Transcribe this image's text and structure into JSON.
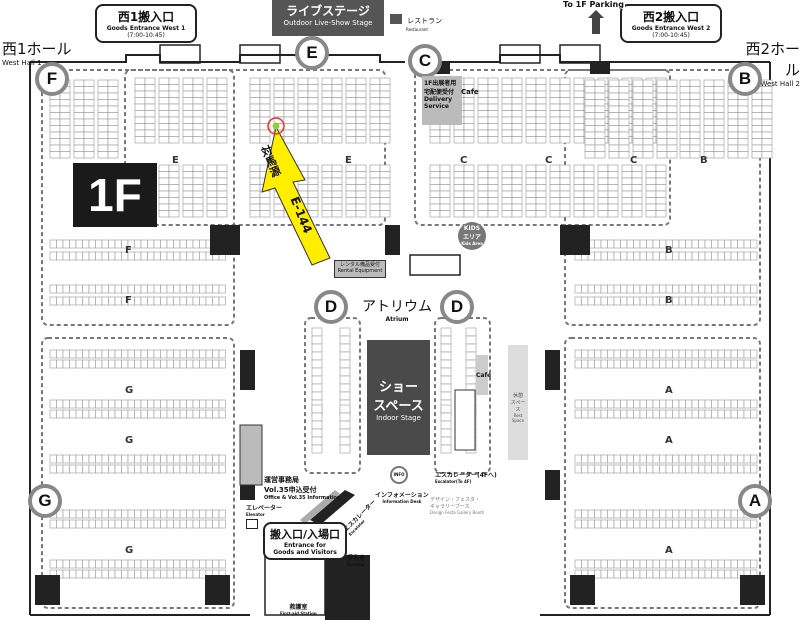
{
  "entrances": {
    "west1": {
      "jp": "西1搬入口",
      "en": "Goods Entrance West 1",
      "time": "(7:00-10:45)"
    },
    "west2": {
      "jp": "西2搬入口",
      "en": "Goods Entrance West 2",
      "time": "(7:00-10:45)"
    },
    "main": {
      "jp": "搬入口/入場口",
      "en1": "Entrance for",
      "en2": "Goods and Visitors"
    }
  },
  "halls": {
    "west1": {
      "jp": "西1ホール",
      "en": "West Hall 1"
    },
    "west2": {
      "jp": "西2ホール",
      "en": "West Hall 2"
    }
  },
  "live_stage": {
    "jp": "ライブステージ",
    "en": "Outdoor Live-Show Stage"
  },
  "restaurant": {
    "jp": "レストラン",
    "en": "Restaurant"
  },
  "parking": "To 1F Parking",
  "floor": "1F",
  "block_letters": [
    "F",
    "E",
    "C",
    "B",
    "D",
    "D",
    "G",
    "A"
  ],
  "zone_letters": {
    "E": "E",
    "C": "C",
    "F": "F",
    "B": "B",
    "G": "G",
    "A": "A"
  },
  "highlight": {
    "text": "対馬源",
    "booth": "E-144"
  },
  "delivery": {
    "jp1": "1F出展者用",
    "jp2": "宅配便受付",
    "en1": "Delivery",
    "en2": "Service"
  },
  "cafe": "Cafe",
  "kids": {
    "en1": "KIDS",
    "jp": "エリア",
    "en2": "Kids Area"
  },
  "rental": {
    "jp": "レンタル備品受付",
    "en": "Rental Equipment"
  },
  "atrium": {
    "jp": "アトリウム",
    "en": "Atrium"
  },
  "indoor_stage": {
    "jp1": "ショー",
    "jp2": "スペース",
    "en": "Indoor Stage"
  },
  "rest_space": {
    "jp1": "休憩",
    "jp2": "スペース",
    "en": "Rest Space"
  },
  "office": {
    "jp1": "運営事務局",
    "jp2": "Vol.35申込受付",
    "en": "Office & Vol.35 Information"
  },
  "elevator": {
    "jp": "エレベーター",
    "en": "Elevator"
  },
  "info": {
    "badge": "INFO",
    "jp": "インフォメーション",
    "en": "Information Desk"
  },
  "escalator_4f": {
    "jp": "エスカレーター(4Fへ)",
    "en": "Escalator(To 4F)"
  },
  "escalator": {
    "jp": "エスカレーター",
    "en": "Escalator"
  },
  "gallery": {
    "jp1": "デザイン・フェスタ・",
    "jp2": "ギャラリーブース",
    "en": "Design Festa Gallery Booth"
  },
  "nursing": {
    "jp": "授乳室",
    "en": "Nursing"
  },
  "first_aid": {
    "jp": "救護室",
    "en": "First-aid Station"
  }
}
